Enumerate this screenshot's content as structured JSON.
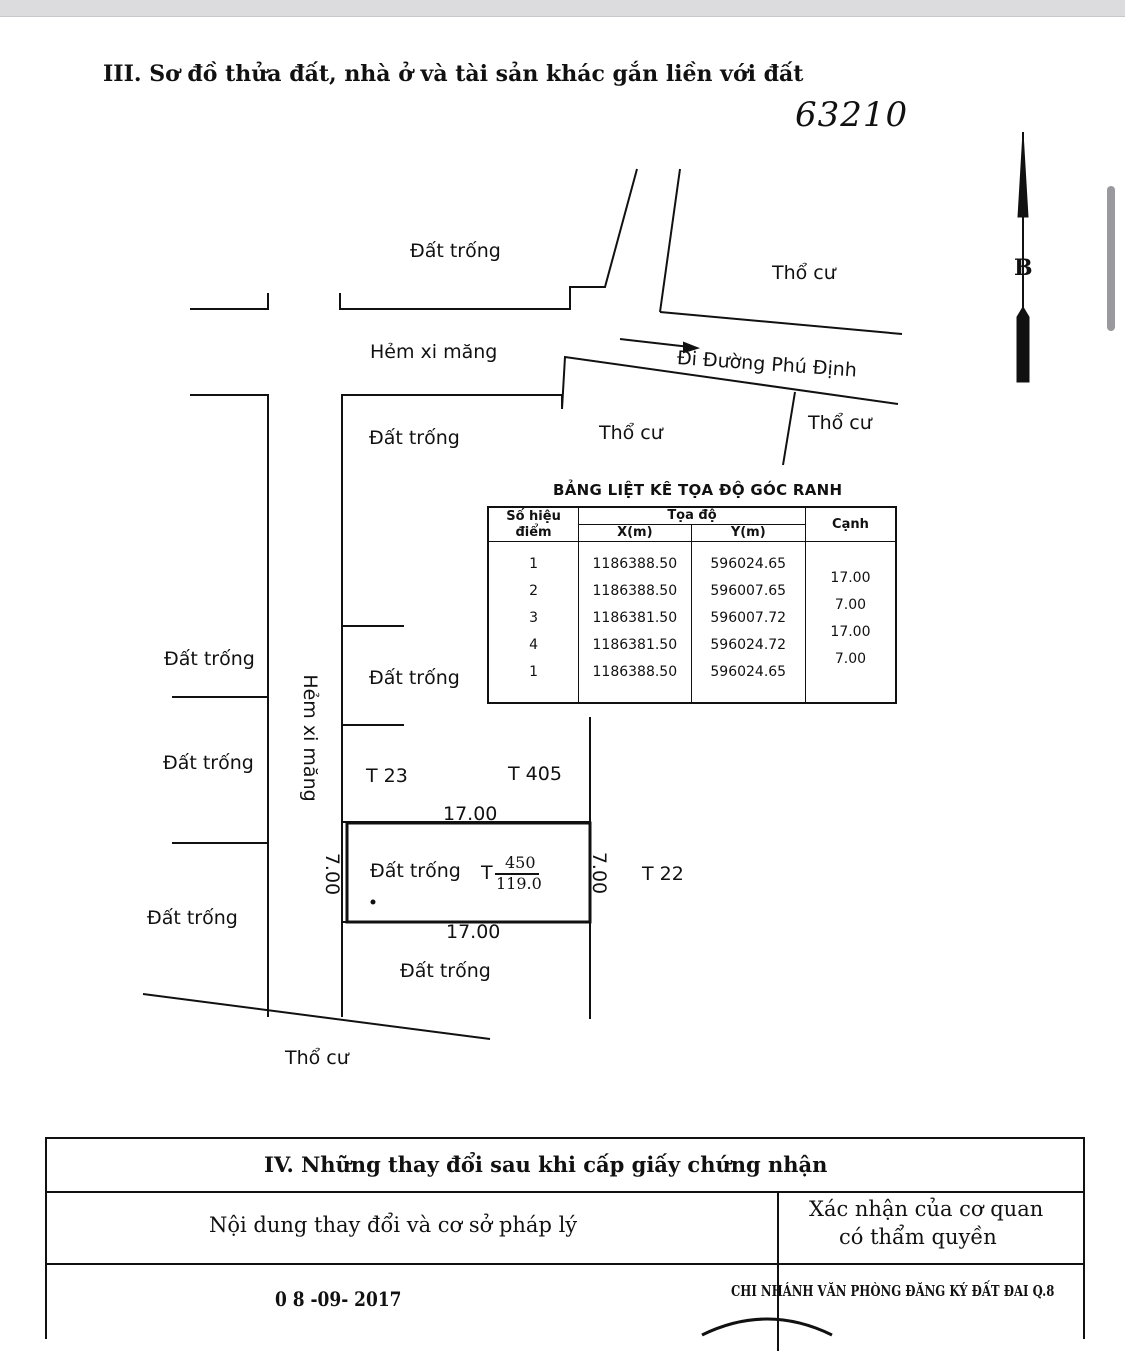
{
  "section3": {
    "title": "III. Sơ đồ thửa đất, nhà ở và tài sản khác gắn liền với đất",
    "handwritten_number": "63210"
  },
  "map_labels": {
    "dat_trong_top": "Đất trống",
    "tho_cu_top_right": "Thổ cư",
    "hem_xi_mang_h": "Hẻm xi măng",
    "di_duong": "Đi Đường Phú Định",
    "dat_trong_mid": "Đất trống",
    "tho_cu_mid": "Thổ cư",
    "tho_cu_right": "Thổ cư",
    "dat_trong_left1": "Đất trống",
    "dat_trong_left2": "Đất trống",
    "dat_trong_left3": "Đất trống",
    "hem_xi_mang_v": "Hẻm xi măng",
    "dat_trong_center": "Đất trống",
    "t23": "T 23",
    "t405": "T 405",
    "dim_top": "17.00",
    "dim_bottom": "17.00",
    "dim_left": "7.00",
    "dim_right": "7.00",
    "parcel_label": "Đất trống",
    "parcel_t": "T",
    "parcel_num": "450",
    "parcel_area": "119.0",
    "t22": "T 22",
    "dat_trong_below": "Đất trống",
    "tho_cu_bottom": "Thổ cư",
    "north_letter": "B"
  },
  "coord_table": {
    "title": "BẢNG LIỆT KÊ TỌA ĐỘ GÓC RANH",
    "header_point": "Số hiệu điểm",
    "header_coord": "Tọa độ",
    "header_x": "X(m)",
    "header_y": "Y(m)",
    "header_edge": "Cạnh",
    "rows": [
      {
        "p": "1",
        "x": "1186388.50",
        "y": "596024.65"
      },
      {
        "p": "2",
        "x": "1186388.50",
        "y": "596007.65"
      },
      {
        "p": "3",
        "x": "1186381.50",
        "y": "596007.72"
      },
      {
        "p": "4",
        "x": "1186381.50",
        "y": "596024.72"
      },
      {
        "p": "1",
        "x": "1186388.50",
        "y": "596024.65"
      }
    ],
    "edges": [
      "17.00",
      "7.00",
      "17.00",
      "7.00"
    ]
  },
  "section4": {
    "title": "IV. Những thay đổi sau khi cấp giấy chứng nhận",
    "col_left": "Nội dung thay đổi và cơ sở pháp lý",
    "col_right_line1": "Xác nhận của cơ quan",
    "col_right_line2": "có thẩm quyền",
    "date": "0 8 -09- 2017",
    "stamp_text": "CHI NHÁNH VĂN PHÒNG ĐĂNG KÝ ĐẤT ĐAI Q.8"
  }
}
